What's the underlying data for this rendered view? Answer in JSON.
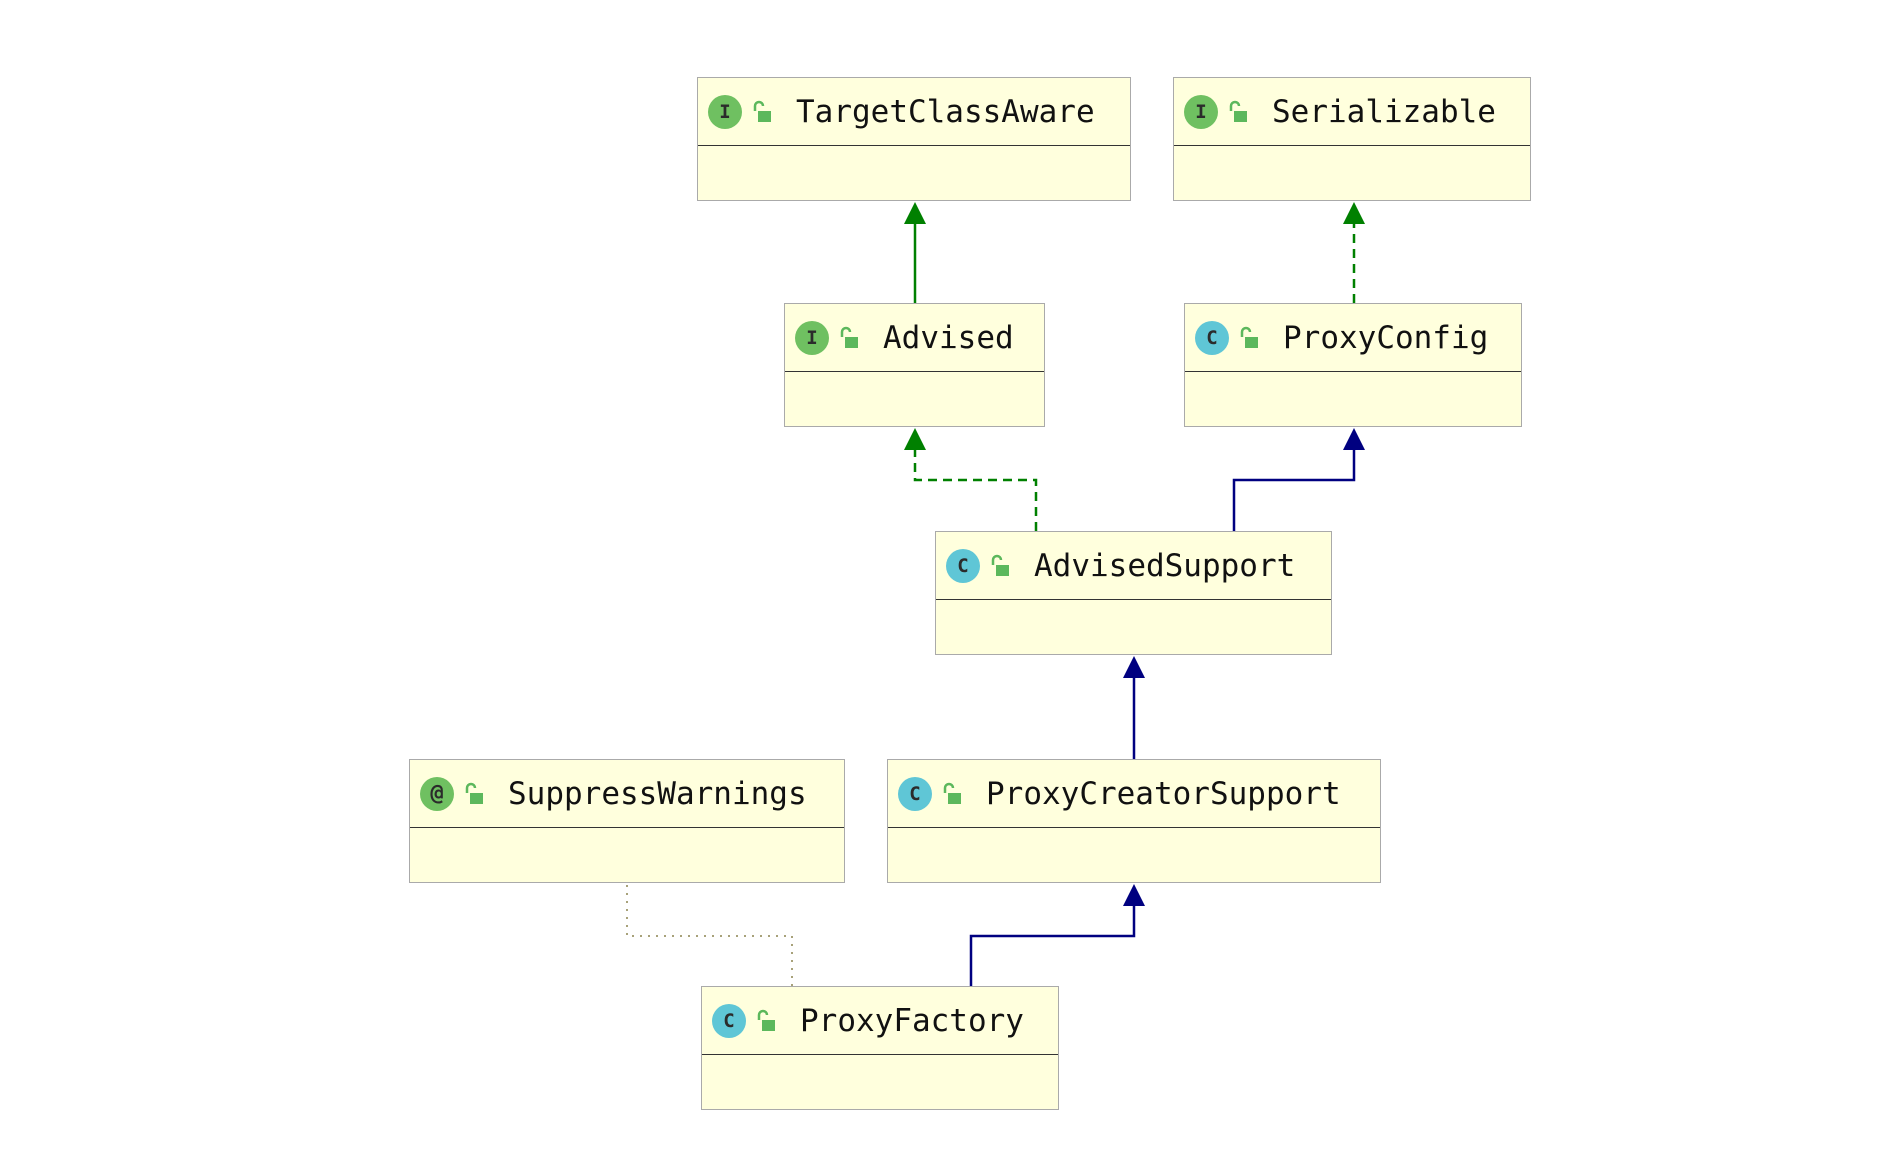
{
  "nodes": [
    {
      "id": "target",
      "kind": "I",
      "title": "TargetClassAware"
    },
    {
      "id": "serializable",
      "kind": "I",
      "title": "Serializable"
    },
    {
      "id": "advised",
      "kind": "I",
      "title": "Advised"
    },
    {
      "id": "proxyconfig",
      "kind": "C",
      "title": "ProxyConfig"
    },
    {
      "id": "advisedsupport",
      "kind": "C",
      "title": "AdvisedSupport"
    },
    {
      "id": "suppress",
      "kind": "@",
      "title": "SuppressWarnings"
    },
    {
      "id": "pcs",
      "kind": "C",
      "title": "ProxyCreatorSupport"
    },
    {
      "id": "proxyfactory",
      "kind": "C",
      "title": "ProxyFactory"
    }
  ],
  "edges": [
    {
      "from": "advised",
      "to": "target",
      "type": "extends-interface"
    },
    {
      "from": "proxyconfig",
      "to": "serializable",
      "type": "implements"
    },
    {
      "from": "advisedsupport",
      "to": "advised",
      "type": "implements"
    },
    {
      "from": "advisedsupport",
      "to": "proxyconfig",
      "type": "extends"
    },
    {
      "from": "pcs",
      "to": "advisedsupport",
      "type": "extends"
    },
    {
      "from": "proxyfactory",
      "to": "pcs",
      "type": "extends"
    },
    {
      "from": "proxyfactory",
      "to": "suppress",
      "type": "annotated-with"
    }
  ],
  "colors": {
    "node_fill": "#ffffdd",
    "node_border": "#aaaaaa",
    "interface_icon": "#6fc061",
    "class_icon": "#5fc6d6",
    "lock_icon": "#5cb85c",
    "extends_edge": "#000080",
    "implements_edge": "#008000",
    "annotation_edge": "#a8a27a"
  }
}
